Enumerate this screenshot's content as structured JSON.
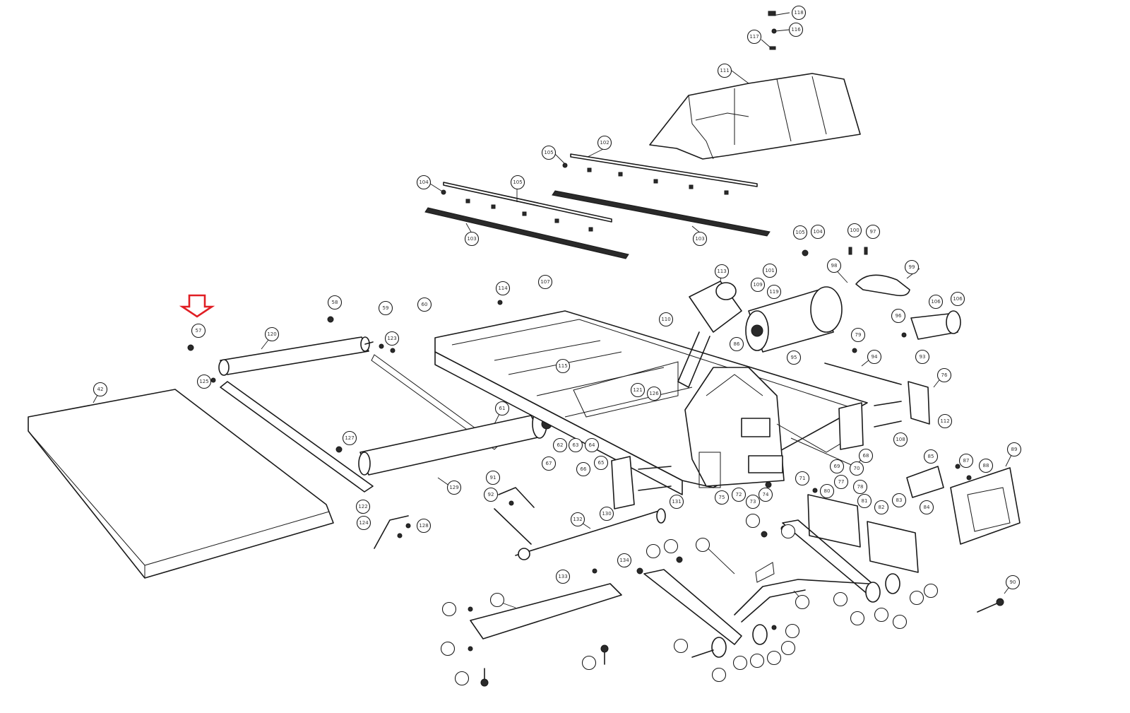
{
  "diagram": {
    "colors": {
      "line": "#1a1a1a",
      "highlight": "#e01e24",
      "background": "#ffffff"
    },
    "highlight_icon": "down-arrow-icon",
    "callout_labels": {
      "c1": "118",
      "c2": "116",
      "c3": "117",
      "c4": "111",
      "c5": "102",
      "c6": "105",
      "c7": "105",
      "c8": "104",
      "c9": "103",
      "c10": "103",
      "c11": "105",
      "c12": "104",
      "c13": "100",
      "c14": "97",
      "c15": "98",
      "c16": "99",
      "c17": "113",
      "c18": "101",
      "c19": "109",
      "c20": "119",
      "c21": "106",
      "c22": "106",
      "c23": "96",
      "c24": "79",
      "c25": "86",
      "c26": "93",
      "c27": "95",
      "c28": "94",
      "c29": "76",
      "c30": "112",
      "c31": "108",
      "c32": "110",
      "c33": "107",
      "c34": "114",
      "c35": "58",
      "c36": "59",
      "c37": "60",
      "c38": "57",
      "c39": "120",
      "c40": "123",
      "c41": "42",
      "c42": "125",
      "c43": "115",
      "c44": "121",
      "c45": "126",
      "c46": "127",
      "c47": "61",
      "c48": "62",
      "c49": "63",
      "c50": "64",
      "c51": "65",
      "c52": "66",
      "c53": "67",
      "c54": "68",
      "c55": "69",
      "c56": "70",
      "c57": "71",
      "c58": "72",
      "c59": "73",
      "c60": "74",
      "c61": "75",
      "c62": "77",
      "c63": "78",
      "c64": "80",
      "c65": "81",
      "c66": "82",
      "c67": "83",
      "c68": "84",
      "c69": "85",
      "c70": "87",
      "c71": "88",
      "c72": "89",
      "c73": "90",
      "c74": "91",
      "c75": "92",
      "c76": "122",
      "c77": "124",
      "c78": "128",
      "c79": "129",
      "c80": "130",
      "c81": "131",
      "c82": "132",
      "c83": "133",
      "c84": "134"
    }
  }
}
